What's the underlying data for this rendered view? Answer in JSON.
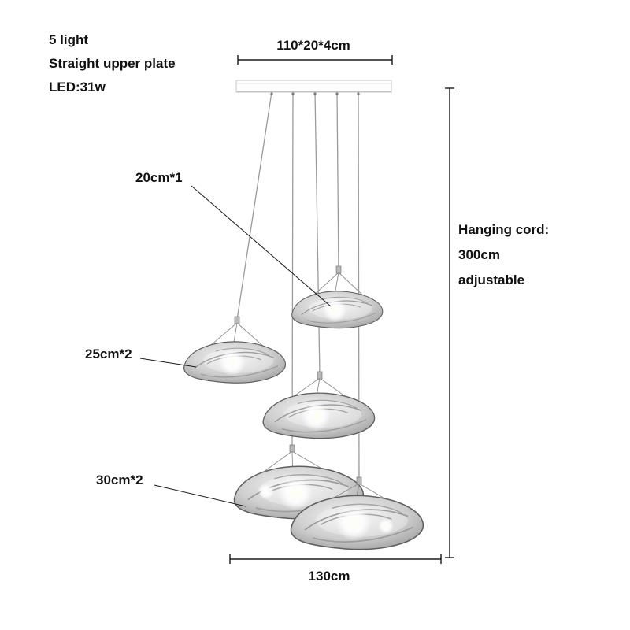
{
  "diagram": {
    "spec_block": {
      "lines": [
        "5 light",
        "Straight upper plate",
        "LED:31w"
      ]
    },
    "plate": {
      "dimension_label": "110*20*4cm"
    },
    "callouts": {
      "small_shade": "20cm*1",
      "medium_shade": "25cm*2",
      "large_shade": "30cm*2"
    },
    "cord_note": {
      "lines": [
        "Hanging cord:",
        "300cm",
        "adjustable"
      ]
    },
    "overall": {
      "width_label": "130cm"
    }
  },
  "colors": {
    "text": "#111111",
    "dimension_line": "#1a1a1a",
    "cord": "#9b9b9b",
    "shade_metal": "#cfcfcf"
  }
}
